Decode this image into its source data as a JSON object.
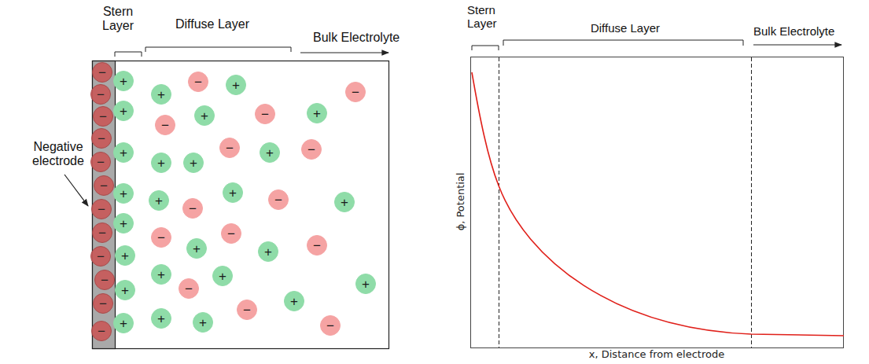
{
  "diagram": {
    "nodes": [
      {
        "text": [
          "−"
        ]
      },
      {
        "text": [
          "−"
        ]
      },
      {
        "text": [
          "−"
        ]
      },
      {
        "text": [
          "−"
        ]
      },
      {
        "text": [
          "−"
        ]
      },
      {
        "text": [
          "−"
        ]
      },
      {
        "text": [
          "−"
        ]
      },
      {
        "text": [
          "−"
        ]
      },
      {
        "text": [
          "−"
        ]
      },
      {
        "text": [
          "−"
        ]
      },
      {
        "text": [
          "−"
        ]
      },
      {
        "text": [
          "−"
        ]
      },
      {
        "text": [
          "+"
        ]
      },
      {
        "text": [
          "+"
        ]
      },
      {
        "text": [
          "+"
        ]
      },
      {
        "text": [
          "+"
        ]
      },
      {
        "text": [
          "+"
        ]
      },
      {
        "text": [
          "+"
        ]
      },
      {
        "text": [
          "+"
        ]
      },
      {
        "text": [
          "+"
        ]
      },
      {
        "text": [
          "+"
        ]
      },
      {
        "text": [
          "−"
        ]
      },
      {
        "text": [
          "+"
        ]
      },
      {
        "text": [
          "−"
        ]
      },
      {
        "text": [
          "−"
        ]
      },
      {
        "text": [
          "+"
        ]
      },
      {
        "text": [
          "−"
        ]
      },
      {
        "text": [
          "+"
        ]
      },
      {
        "text": [
          "+"
        ]
      },
      {
        "text": [
          "+"
        ]
      },
      {
        "text": [
          "−"
        ]
      },
      {
        "text": [
          "+"
        ]
      },
      {
        "text": [
          "−"
        ]
      },
      {
        "text": [
          "+"
        ]
      },
      {
        "text": [
          "−"
        ]
      },
      {
        "text": [
          "+"
        ]
      },
      {
        "text": [
          "−"
        ]
      },
      {
        "text": [
          "+"
        ]
      },
      {
        "text": [
          "−"
        ]
      },
      {
        "text": [
          "+"
        ]
      },
      {
        "text": [
          "−"
        ]
      },
      {
        "text": [
          "+"
        ]
      },
      {
        "text": [
          "−"
        ]
      },
      {
        "text": [
          "+"
        ]
      },
      {
        "text": [
          "+"
        ]
      },
      {
        "text": [
          "−"
        ]
      },
      {
        "text": [
          "+"
        ]
      },
      {
        "text": [
          "−"
        ]
      },
      {
        "text": [
          "+"
        ]
      },
      {
        "text": [
          "−"
        ]
      },
      {
        "text": [
          "+"
        ]
      },
      {
        "text": [
          "+"
        ]
      }
    ],
    "labels": [
      "Stern Layer",
      "Diffuse Layer",
      "Bulk Electrolyte",
      "Negative electrode",
      "Stern Layer",
      "Diffuse Layer",
      "Bulk Electrolyte",
      "ϕ, Potential",
      "x, Distance from electrode"
    ]
  }
}
